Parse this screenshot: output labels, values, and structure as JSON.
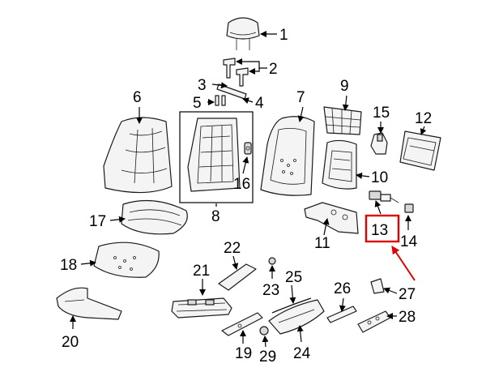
{
  "diagram": {
    "labels": {
      "p1": "1",
      "p2": "2",
      "p3": "3",
      "p4": "4",
      "p5": "5",
      "p6": "6",
      "p7": "7",
      "p8": "8",
      "p9": "9",
      "p10": "10",
      "p11": "11",
      "p12": "12",
      "p13": "13",
      "p14": "14",
      "p15": "15",
      "p16": "16",
      "p17": "17",
      "p18": "18",
      "p19": "19",
      "p20": "20",
      "p21": "21",
      "p22": "22",
      "p23": "23",
      "p24": "24",
      "p25": "25",
      "p26": "26",
      "p27": "27",
      "p28": "28",
      "p29": "29"
    },
    "highlighted_part": "13",
    "highlight_color": "#e00000"
  }
}
